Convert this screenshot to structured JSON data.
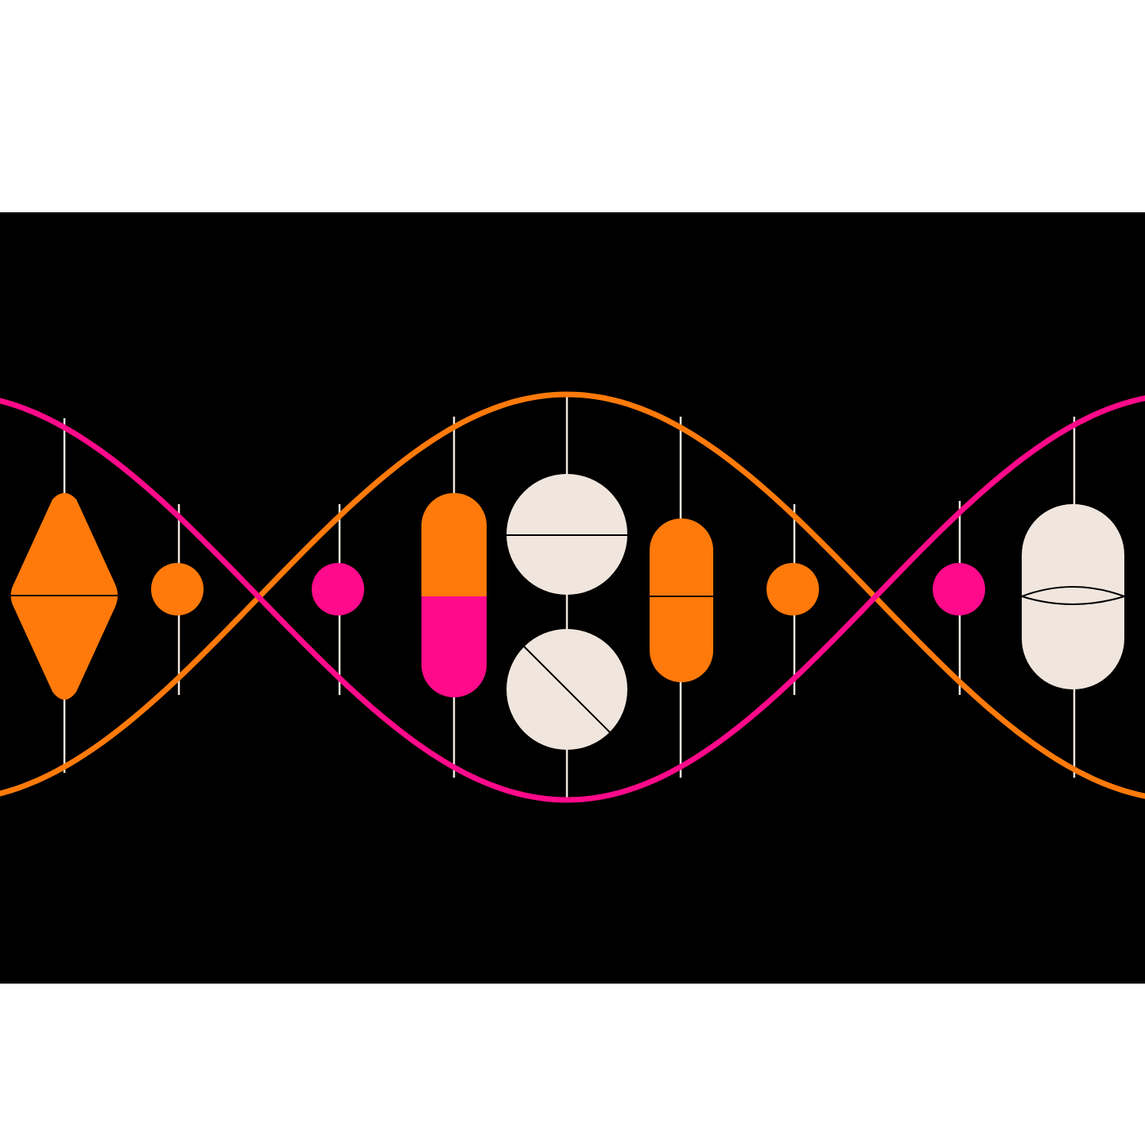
{
  "colors": {
    "page_background": "#ffffff",
    "panel_background": "#000000",
    "strand_orange": "#ff7a0a",
    "strand_pink": "#ff0a8a",
    "pill_cream": "#f0e6dd",
    "pill_orange": "#ff7a0a",
    "pill_pink": "#ff0a8a",
    "rung": "#f0e6dd",
    "pill_score_line": "#000000"
  },
  "illustration": {
    "subject": "dna-double-helix-with-pills",
    "elements": [
      "diamond-tablet",
      "orange-dot",
      "pink-dot",
      "two-tone-capsule",
      "round-tablet-horizontal-score",
      "round-tablet-diagonal-score",
      "orange-capsule",
      "orange-dot",
      "pink-dot",
      "cream-capsule"
    ]
  }
}
